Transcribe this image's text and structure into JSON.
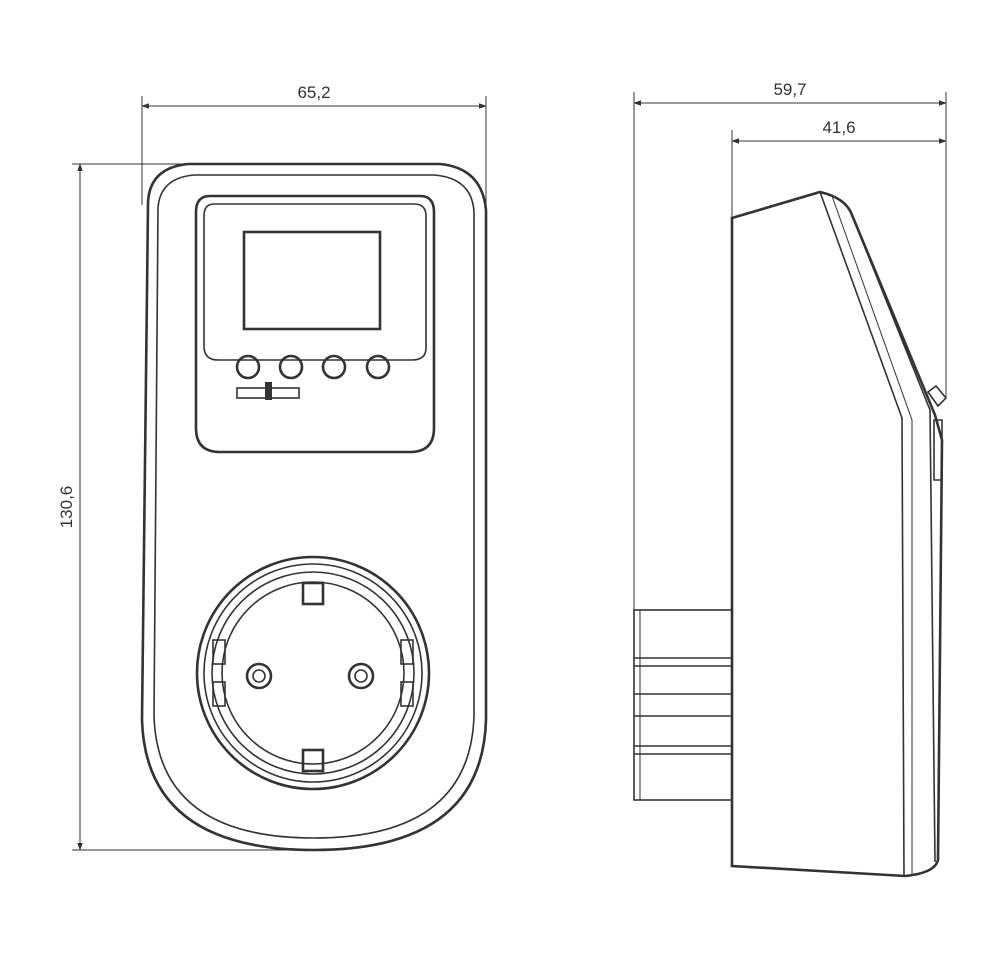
{
  "dimensions": {
    "front_width": "65,2",
    "front_height": "130,6",
    "side_total_depth": "59,7",
    "side_body_depth": "41,6"
  }
}
